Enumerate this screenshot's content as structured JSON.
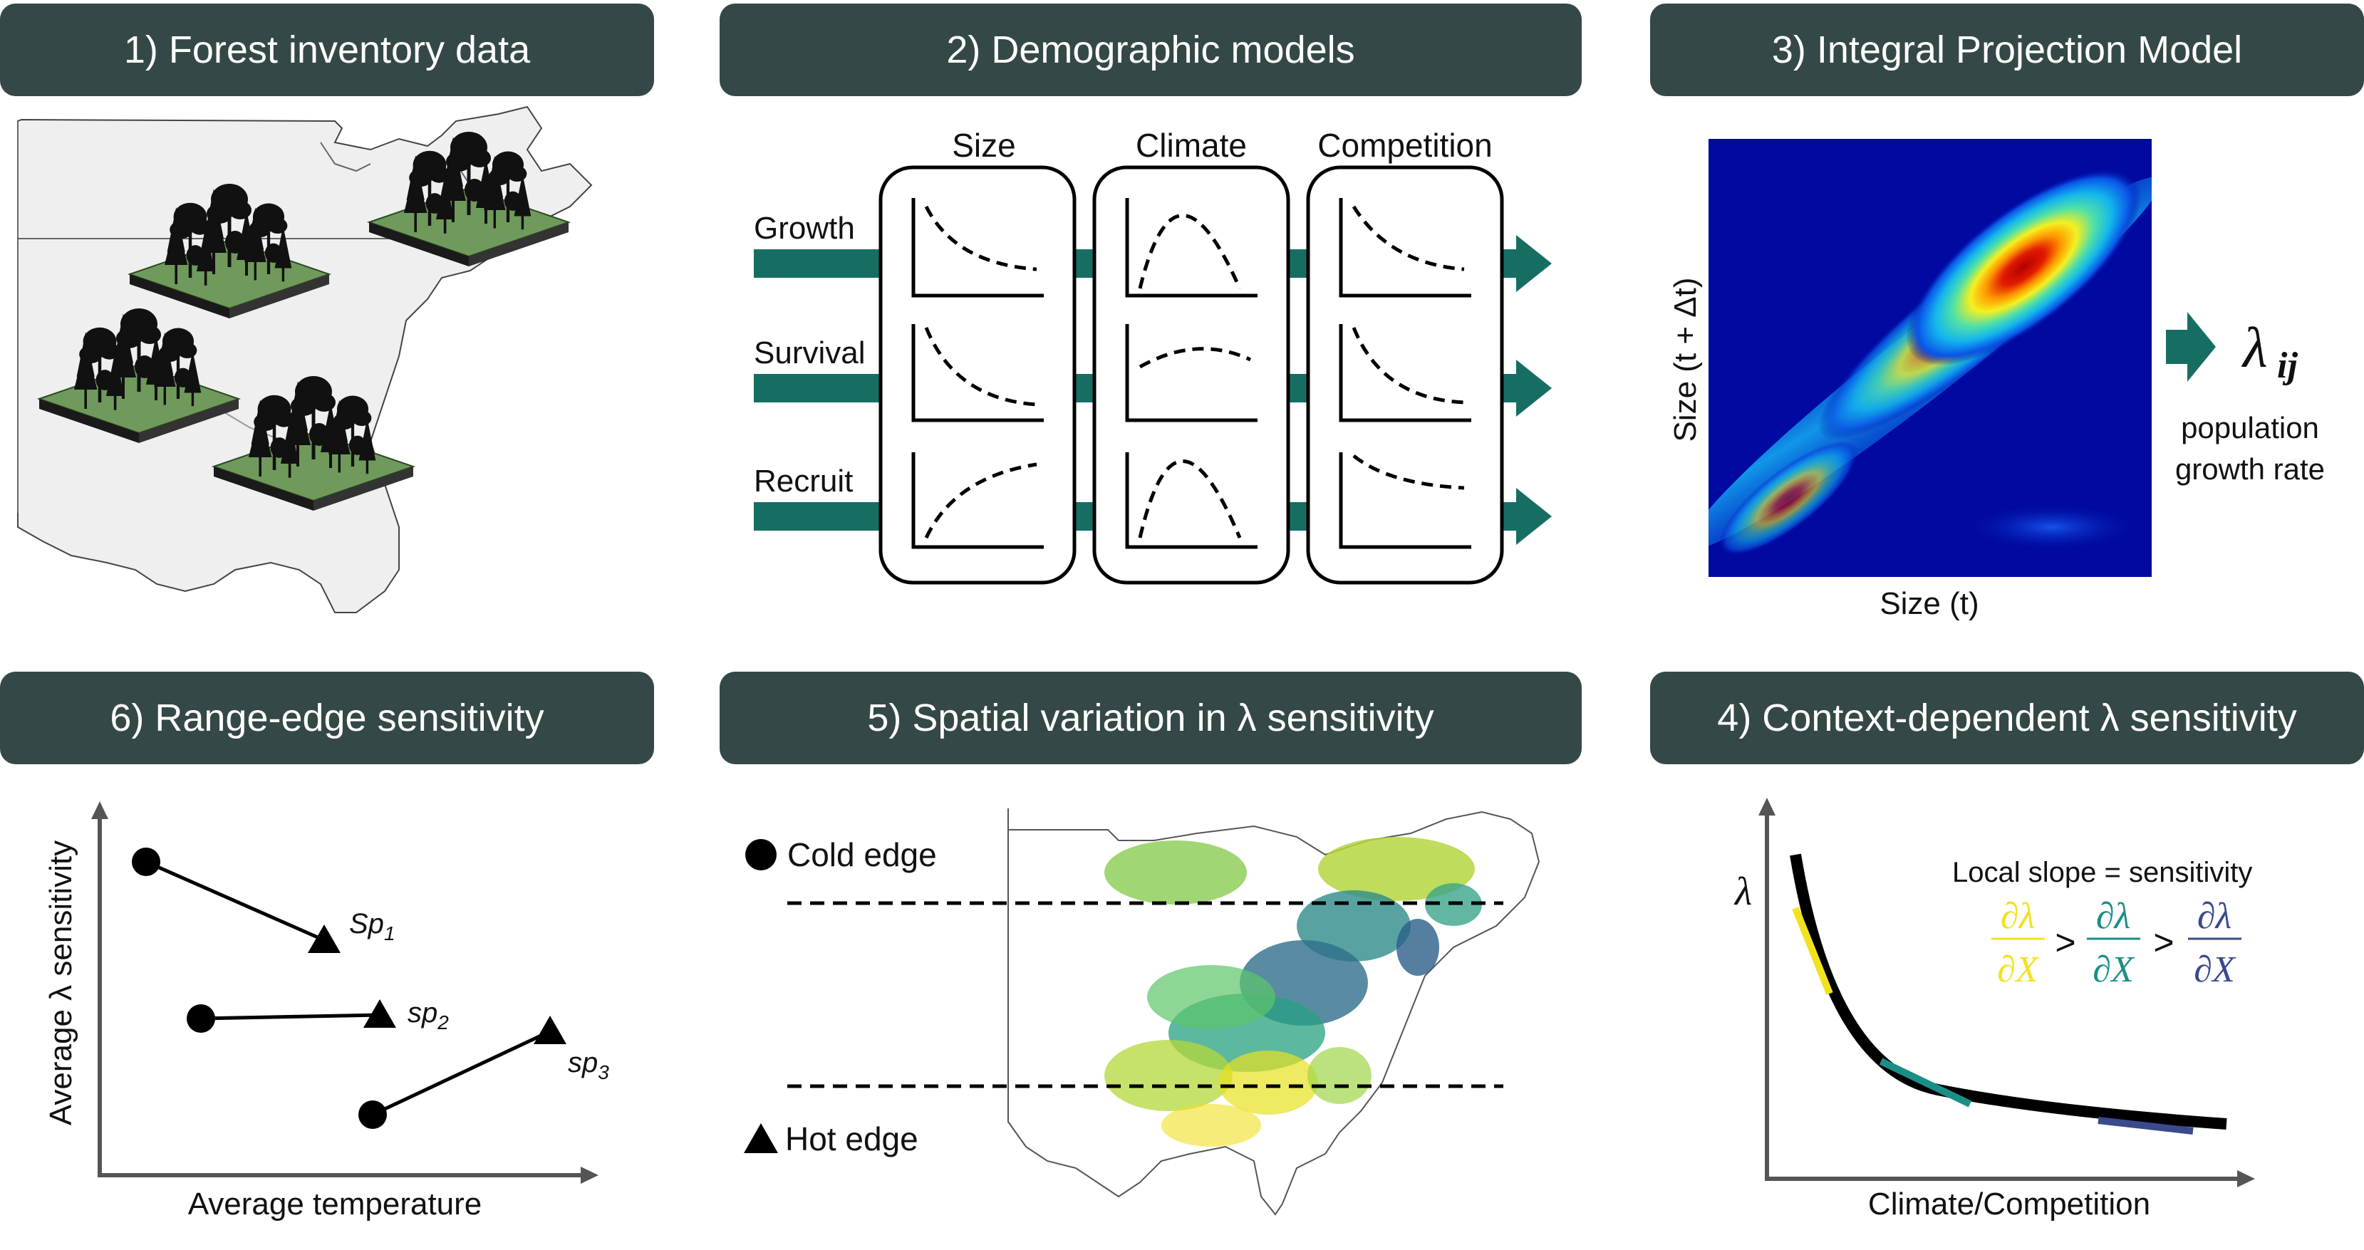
{
  "headers": {
    "h1": "1) Forest inventory data",
    "h2": "2) Demographic models",
    "h3": "3) Integral Projection Model",
    "h4": "4) Context-dependent λ sensitivity",
    "h5": "5) Spatial variation in λ sensitivity",
    "h6": "6) Range-edge sensitivity"
  },
  "demographic": {
    "columns": [
      "Size",
      "Climate",
      "Competition"
    ],
    "rows": [
      "Growth",
      "Survival",
      "Recruit"
    ]
  },
  "ipm": {
    "ylabel": "Size (t + Δt)",
    "xlabel": "Size (t)",
    "symbol": "λ",
    "subscript": "ij",
    "caption_line1": "population",
    "caption_line2": "growth rate"
  },
  "context": {
    "ylabel": "λ",
    "xlabel": "Climate/Competition",
    "note": "Local slope = sensitivity",
    "partial_num": "∂λ",
    "partial_den": "∂X",
    "gt": ">",
    "colors": [
      "#f2e21e",
      "#1a8f86",
      "#3a4a8c"
    ]
  },
  "spatial": {
    "cold_label": "Cold edge",
    "hot_label": "Hot edge"
  },
  "range_edge": {
    "ylabel": "Average λ sensitivity",
    "xlabel": "Average temperature",
    "species": [
      {
        "prefix": "Sp",
        "sub": "1"
      },
      {
        "prefix": "sp",
        "sub": "2"
      },
      {
        "prefix": "sp",
        "sub": "3"
      }
    ]
  },
  "colors": {
    "header_bg": "#354848",
    "arrow": "#166e63",
    "plot_green": "#6f9a5b",
    "map_fill": "#efefef"
  }
}
